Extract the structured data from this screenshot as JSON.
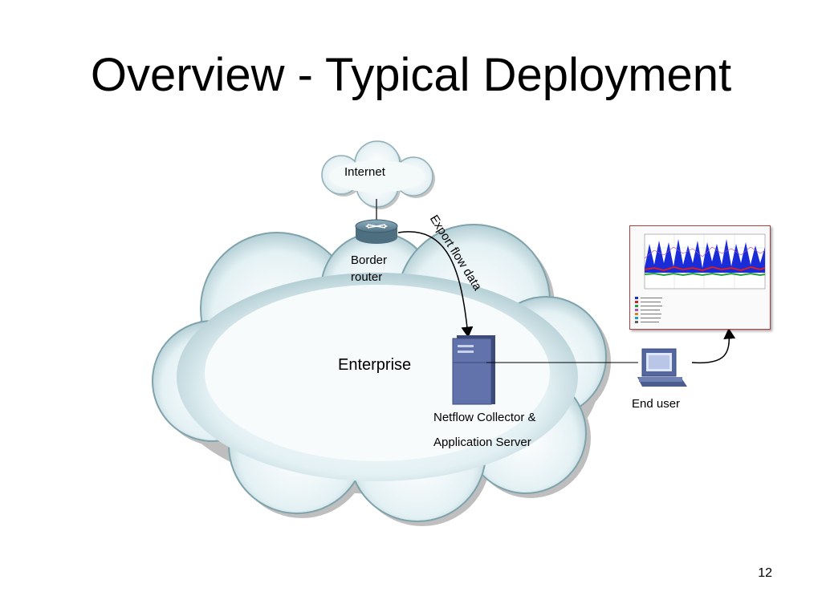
{
  "slide": {
    "title": "Overview - Typical Deployment",
    "page_number": "12"
  },
  "diagram": {
    "internet_label": "Internet",
    "router_label_line1": "Border",
    "router_label_line2": "router",
    "enterprise_label": "Enterprise",
    "export_label": "Export flow data",
    "server_label_line1": "Netflow Collector &",
    "server_label_line2": "Application Server",
    "end_user_label": "End user"
  },
  "colors": {
    "cloud_fill": "#dceef1",
    "cloud_edge": "#8fb2ba",
    "server_body": "#5f6fa7",
    "router_body": "#6f8f9f",
    "graph_blue": "#1a2bd8",
    "graph_red": "#d82020",
    "graph_green": "#1fa040"
  }
}
